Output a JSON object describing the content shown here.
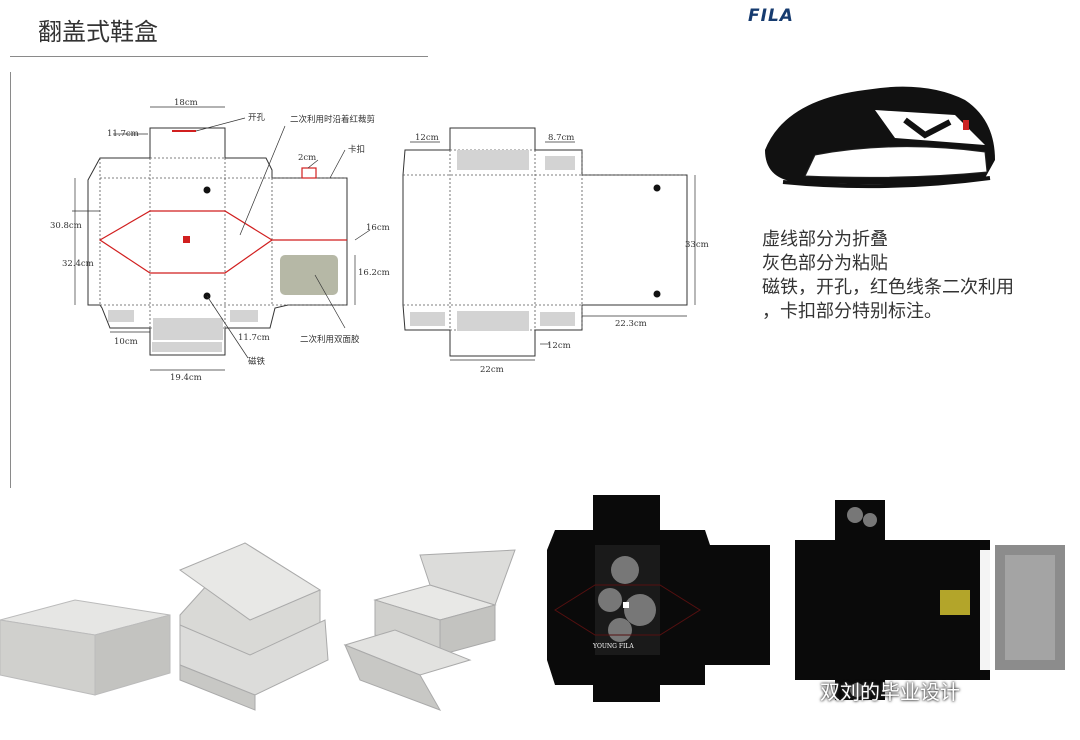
{
  "page": {
    "title": "翻盖式鞋盒",
    "brand": "FILA",
    "watermark": "双刘的毕业设计"
  },
  "legend": {
    "lines": [
      "虚线部分为折叠",
      "灰色部分为粘贴",
      "磁铁，开孔，红色线条二次利用",
      "，卡扣部分特别标注。"
    ]
  },
  "diagram1": {
    "dim_top": "18cm",
    "dim_flap": "11.7cm",
    "dim_left_a": "30.8cm",
    "dim_left_b": "32.4cm",
    "dim_buckle": "2cm",
    "dim_right": "16cm",
    "dim_pad": "16.2cm",
    "dim_bottom_left": "10cm",
    "dim_bottom_mid": "11.7cm",
    "dim_bottom": "19.4cm",
    "label_hole": "开孔",
    "label_red_cut": "二次利用时沿着红裁剪",
    "label_buckle": "卡扣",
    "label_tape": "二次利用双面胶",
    "label_magnet": "磁铁"
  },
  "diagram2": {
    "dim_top_left": "12cm",
    "dim_top_right": "8.7cm",
    "dim_height": "33cm",
    "dim_width_right": "22.3cm",
    "dim_bottom_flap": "12cm",
    "dim_bottom": "22cm"
  },
  "colors": {
    "red_line": "#d11f1f",
    "pad": "#b6b8a6",
    "glue_gray": "#d3d3d3",
    "fila_blue": "#163b6f"
  }
}
